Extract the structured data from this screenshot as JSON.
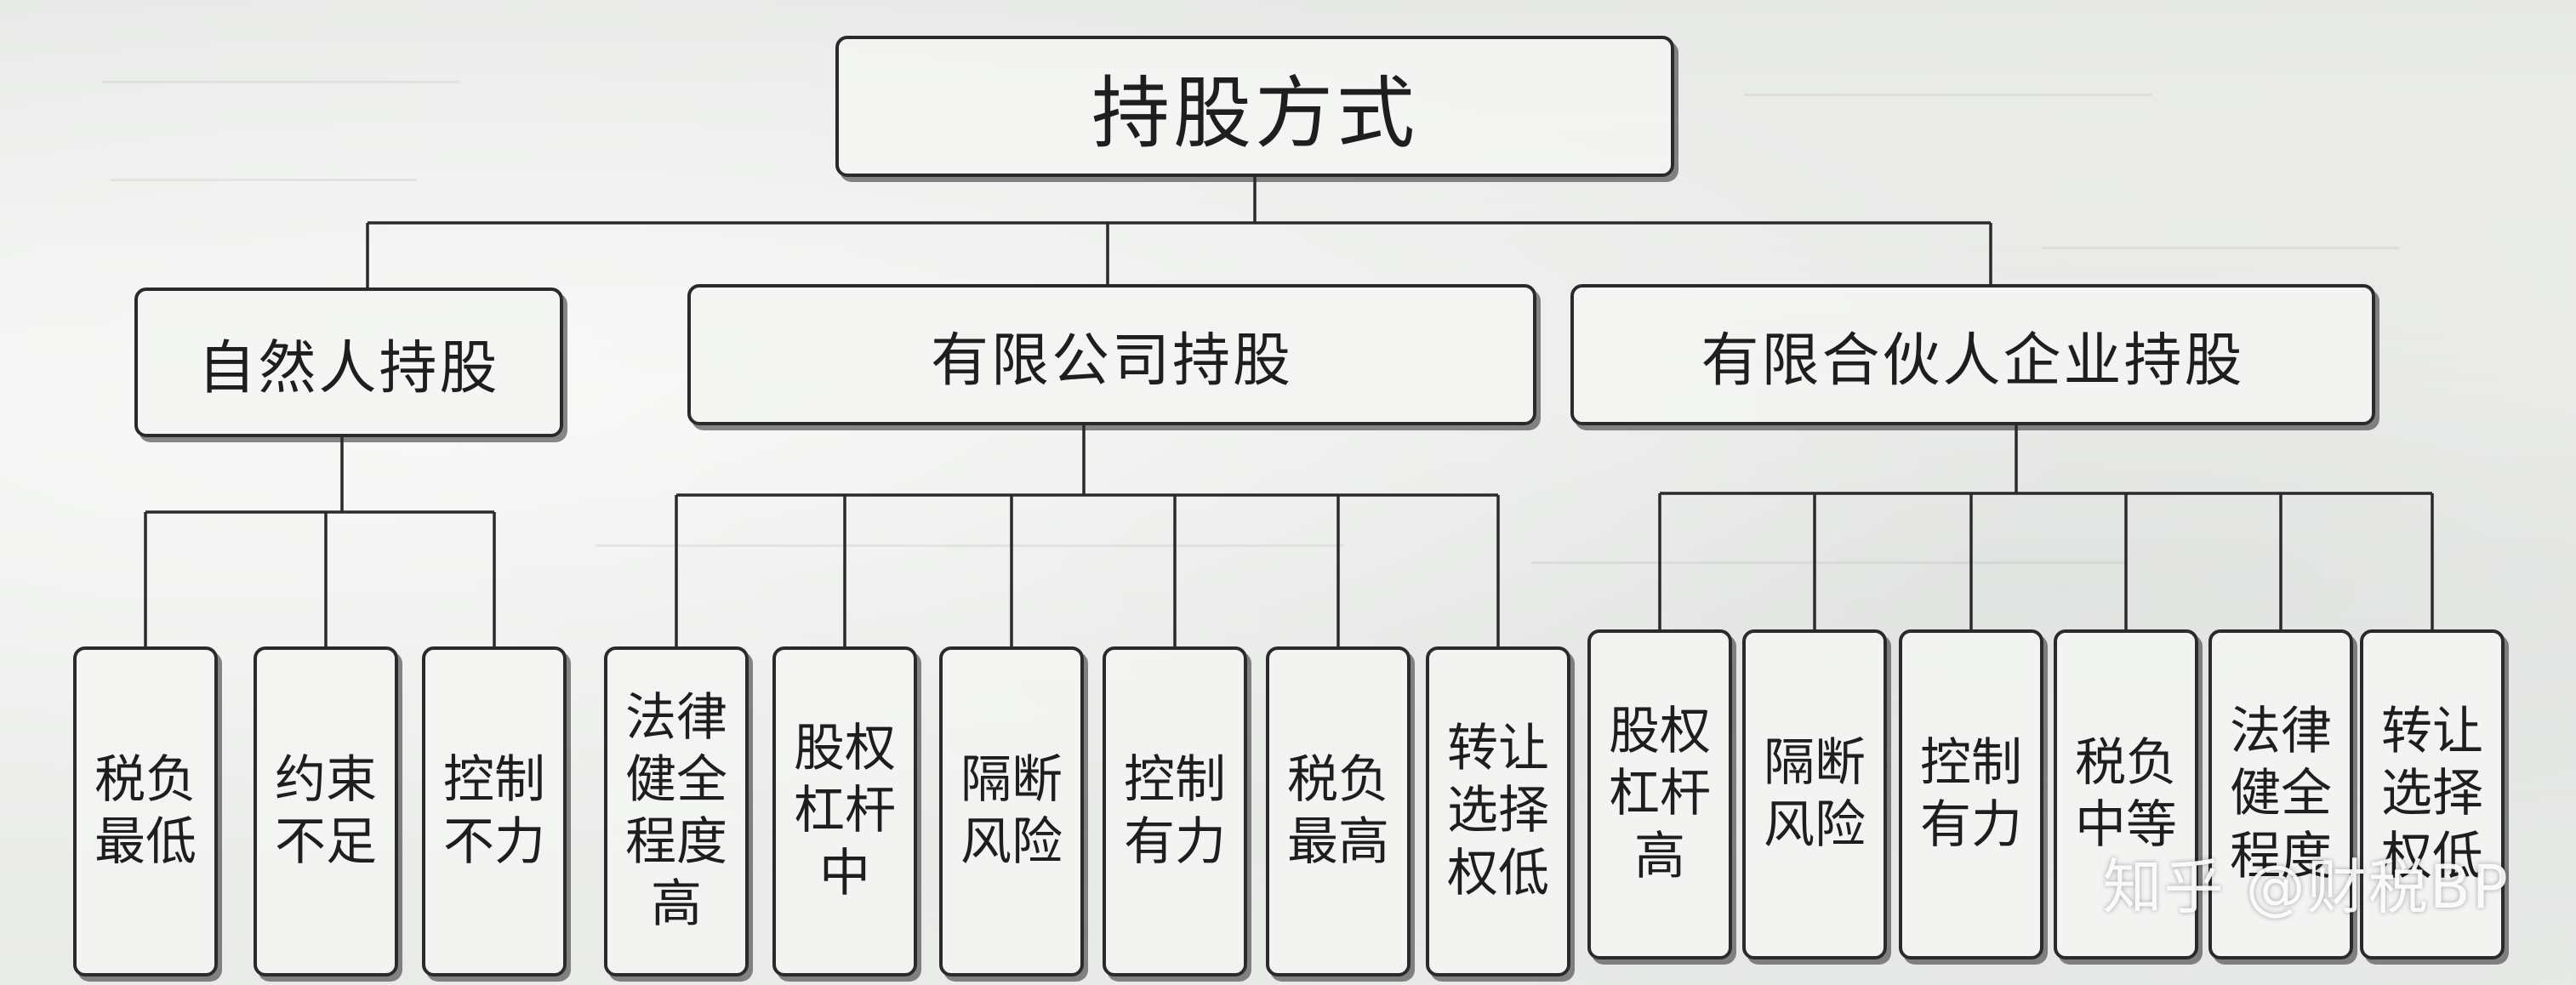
{
  "root": {
    "label": "持股方式"
  },
  "branches": [
    {
      "label": "自然人持股",
      "leaves": [
        "税负最低",
        "约束不足",
        "控制不力"
      ]
    },
    {
      "label": "有限公司持股",
      "leaves": [
        "法律健全程度高",
        "股权杠杆中",
        "隔断风险",
        "控制有力",
        "税负最高",
        "转让选择权低"
      ]
    },
    {
      "label": "有限合伙人企业持股",
      "leaves": [
        "股权杠杆高",
        "隔断风险",
        "控制有力",
        "税负中等",
        "法律健全程度",
        "转让选择权低"
      ]
    }
  ],
  "watermark": "知乎 @财税BP",
  "colors": {
    "ink": "#2a2a2a",
    "paper": "#eceeec"
  }
}
